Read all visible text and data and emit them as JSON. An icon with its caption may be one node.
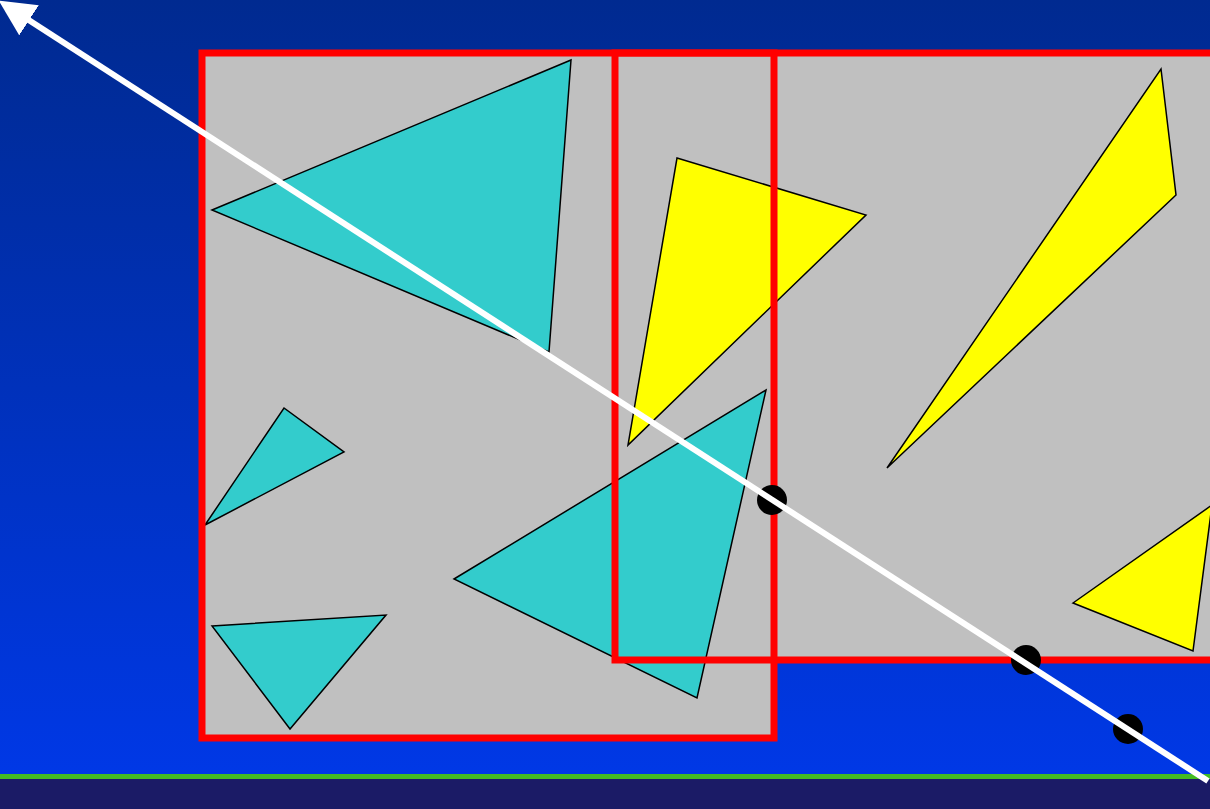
{
  "diagram": {
    "nodes": [
      {
        "text": [],
        "shape": "box"
      },
      {
        "text": [],
        "shape": "box"
      },
      {
        "text": [],
        "shape": "triangle",
        "in": 0
      },
      {
        "text": [],
        "shape": "triangle",
        "in": 0
      },
      {
        "text": [],
        "shape": "triangle",
        "in": 0
      },
      {
        "text": [],
        "shape": "triangle",
        "in": 0
      },
      {
        "text": [],
        "shape": "triangle",
        "in": 1
      },
      {
        "text": [],
        "shape": "triangle",
        "in": 1
      },
      {
        "text": [],
        "shape": "triangle",
        "in": 1
      }
    ]
  }
}
